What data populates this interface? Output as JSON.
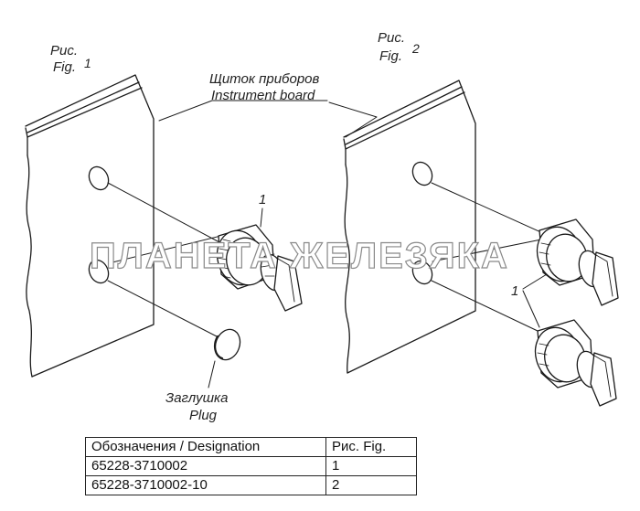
{
  "figures": {
    "fig1": {
      "line1": "Рис.",
      "line2": "Fig.",
      "number": "1"
    },
    "fig2": {
      "line1": "Рис.",
      "line2": "Fig.",
      "number": "2"
    }
  },
  "labels": {
    "board_ru": "Щиток приборов",
    "board_en": "Instrument board",
    "plug_ru": "Заглушка",
    "plug_en": "Plug",
    "callout_fig1": "1",
    "callout_fig2": "1"
  },
  "watermark": "ПЛАНЕТА ЖЕЛЕЗЯКА",
  "table": {
    "header": {
      "designation": "Обозначения / Designation",
      "figure": "Рис. Fig."
    },
    "rows": [
      {
        "designation": "65228-3710002",
        "figure": "1"
      },
      {
        "designation": "65228-3710002-10",
        "figure": "2"
      }
    ]
  }
}
